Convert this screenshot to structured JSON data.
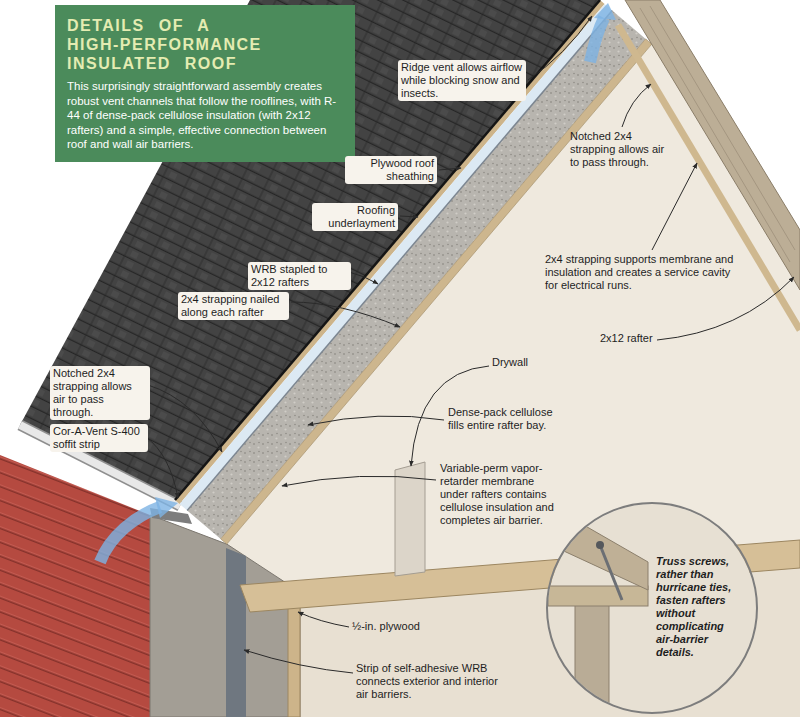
{
  "diagram": {
    "title": "DETAILS OF A HIGH-PERFORMANCE INSULATED ROOF",
    "caption": "This surprisingly straightforward assembly creates robust vent channels that follow the rooflines, with R-44 of dense-pack cellulose insulation (with 2x12 rafters) and a simple, effective connection between roof and wall air barriers.",
    "nodes": [
      {
        "text": [
          "Truss screws, rather than hurricane ties, fasten rafters without complicating air-barrier details."
        ]
      }
    ],
    "labels": [
      "Ridge vent allows airflow while blocking snow and insects.",
      "Plywood roof sheathing",
      "Notched 2x4 strapping allows air to pass through.",
      "Roofing underlayment",
      "WRB stapled to 2x12 rafters",
      "2x4 strapping supports membrane and insulation and creates a service cavity for electrical runs.",
      "2x4 strapping nailed along each rafter",
      "2x12 rafter",
      "Drywall",
      "Notched 2x4 strapping allows air to pass through.",
      "Cor-A-Vent S-400 soffit strip",
      "Dense-pack cellulose fills entire rafter bay.",
      "Variable-perm vapor-retarder membrane under rafters contains cellulose insulation and completes air barrier.",
      "½-in. plywood",
      "Strip of self-adhesive WRB connects exterior and interior air barriers."
    ]
  }
}
